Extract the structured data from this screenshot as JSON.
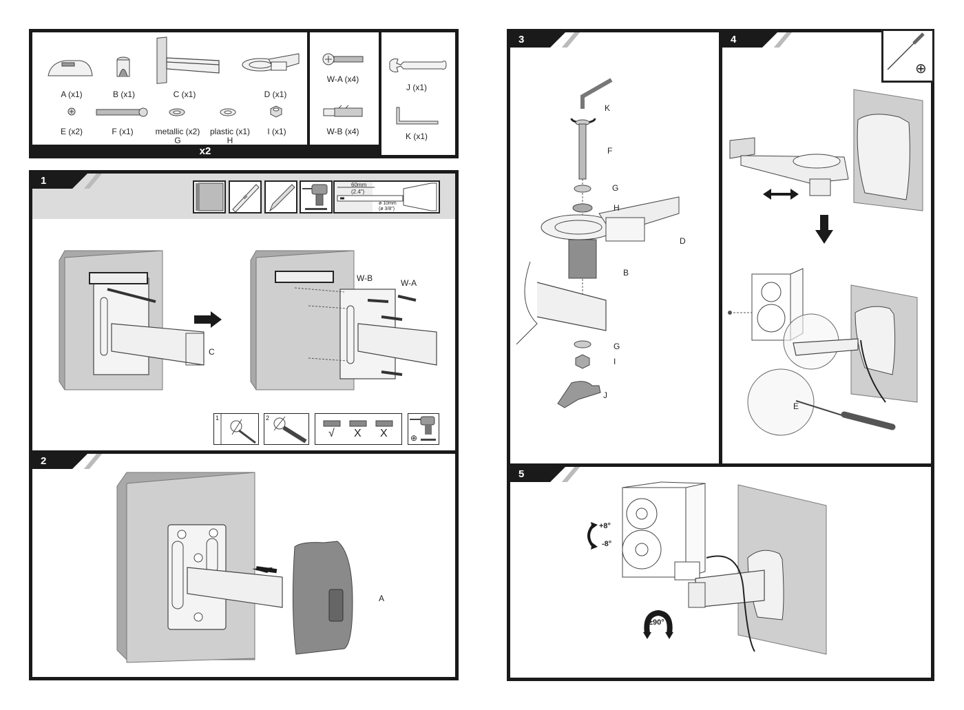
{
  "parts_panel": {
    "hardware": [
      {
        "id": "A",
        "label": "A (x1)"
      },
      {
        "id": "B",
        "label": "B (x1)"
      },
      {
        "id": "C",
        "label": "C (x1)"
      },
      {
        "id": "D",
        "label": "D (x1)"
      },
      {
        "id": "E",
        "label": "E (x2)"
      },
      {
        "id": "F",
        "label": "F (x1)"
      },
      {
        "id": "G",
        "label": "metallic (x2)",
        "sub": "G"
      },
      {
        "id": "H",
        "label": "plastic (x1)",
        "sub": "H"
      },
      {
        "id": "I",
        "label": "I (x1)"
      }
    ],
    "multiplier": "x2",
    "wall_fixings": [
      {
        "id": "W-A",
        "label": "W-A (x4)"
      },
      {
        "id": "W-B",
        "label": "W-B (x4)"
      }
    ],
    "tools": [
      {
        "id": "J",
        "label": "J (x1)"
      },
      {
        "id": "K",
        "label": "K (x1)"
      }
    ]
  },
  "steps": [
    {
      "number": "1",
      "tools_strip": {
        "icons": [
          "wall-material-icon",
          "spirit-level-icon",
          "pencil-icon",
          "drill-icon",
          "drill-depth-diagram-icon"
        ],
        "drill_depth": "60mm",
        "drill_depth_in": "(2.4\")",
        "drill_diameter": "ø 10mm",
        "drill_diameter_in": "(ø 3/8\")"
      },
      "callouts": {
        "bracket": "C",
        "anchor": "W-B",
        "screw": "W-A"
      },
      "tips": {
        "tip1_number": "1",
        "tip2_number": "2",
        "level_ok": "√",
        "level_bad1": "X",
        "level_bad2": "X",
        "screwdriver_symbol": "⊕"
      }
    },
    {
      "number": "2",
      "callouts": {
        "cover": "A"
      }
    },
    {
      "number": "3",
      "callouts": {
        "k": "K",
        "f": "F",
        "g1": "G",
        "h": "H",
        "d": "D",
        "b": "B",
        "g2": "G",
        "i": "I",
        "j": "J"
      }
    },
    {
      "number": "4",
      "tool_symbol": "⊕",
      "callouts": {
        "e": "E"
      }
    },
    {
      "number": "5",
      "tilt_up": "+8°",
      "tilt_down": "-8°",
      "swivel": "±90°"
    }
  ]
}
